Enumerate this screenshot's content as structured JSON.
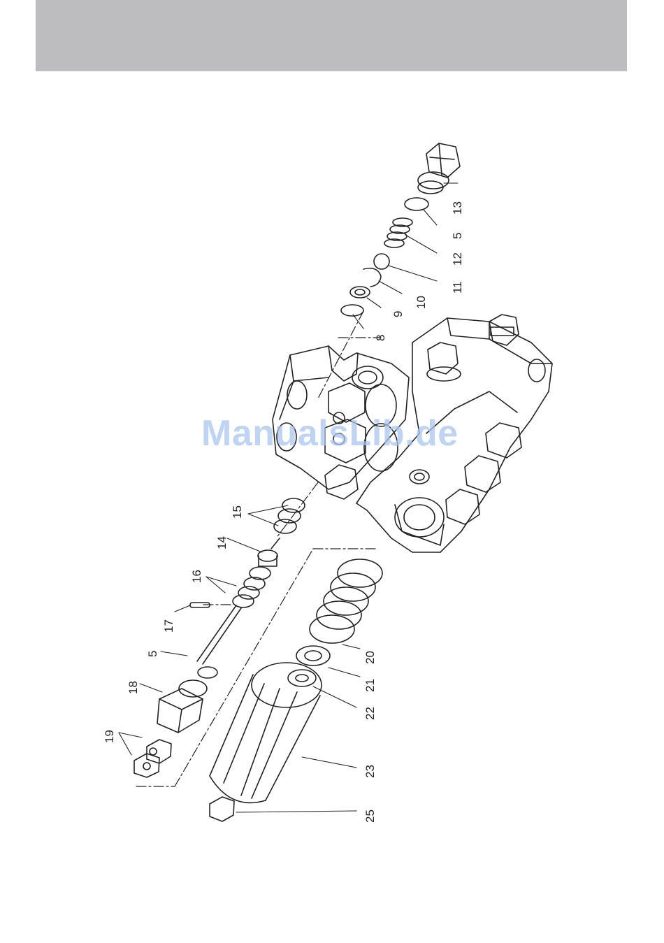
{
  "watermark": {
    "text": "ManualsLib.de",
    "color": "#a9c6ee"
  },
  "colors": {
    "header_bar": "#bdbdbf",
    "line": "#222222"
  },
  "callouts": [
    {
      "id": "13",
      "label": "13"
    },
    {
      "id": "5a",
      "label": "5"
    },
    {
      "id": "12",
      "label": "12"
    },
    {
      "id": "11",
      "label": "11"
    },
    {
      "id": "10",
      "label": "10"
    },
    {
      "id": "9",
      "label": "9"
    },
    {
      "id": "8",
      "label": "8"
    },
    {
      "id": "15",
      "label": "15"
    },
    {
      "id": "14",
      "label": "14"
    },
    {
      "id": "16",
      "label": "16"
    },
    {
      "id": "17",
      "label": "17"
    },
    {
      "id": "5b",
      "label": "5"
    },
    {
      "id": "18",
      "label": "18"
    },
    {
      "id": "19",
      "label": "19"
    },
    {
      "id": "20",
      "label": "20"
    },
    {
      "id": "21",
      "label": "21"
    },
    {
      "id": "22",
      "label": "22"
    },
    {
      "id": "23",
      "label": "23"
    },
    {
      "id": "25",
      "label": "25"
    }
  ]
}
